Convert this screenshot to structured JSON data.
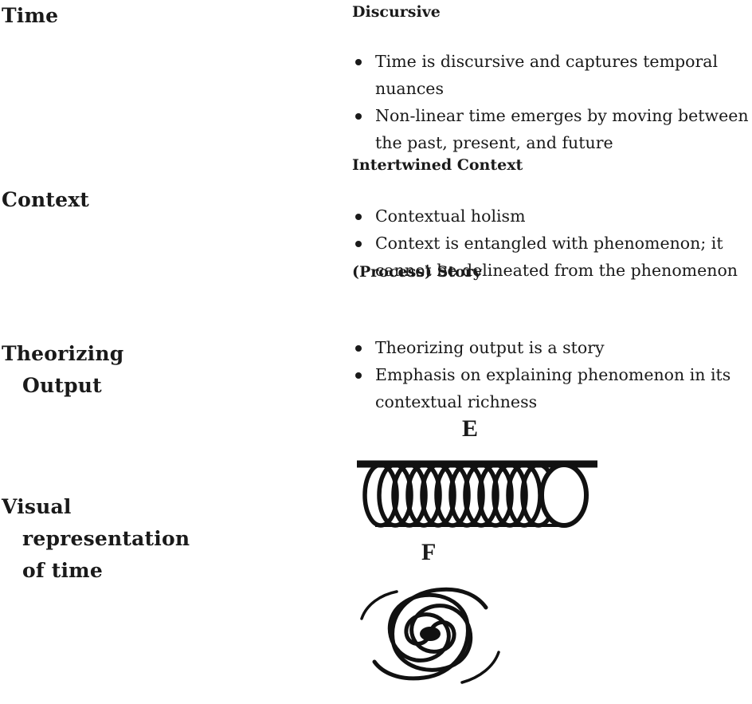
{
  "rows": {
    "time_label": "Time",
    "context_label": "Context",
    "theorizing_label": {
      "line1": "Theorizing",
      "line2": "Output"
    },
    "visual_label": {
      "line1": "Visual",
      "line2": "representation",
      "line3": "of time"
    }
  },
  "discursive": {
    "heading": "Discursive",
    "bullets": [
      "Time is discursive and captures temporal nuances",
      "Non-linear time emerges by moving between the past, present, and future"
    ]
  },
  "context": {
    "heading": "Intertwined Context",
    "bullets": [
      "Contextual holism",
      "Context is entangled with phenomenon; it cannot be delineated from the phenomenon"
    ]
  },
  "output": {
    "heading": "(Process) Story",
    "bullets": [
      "Theorizing output is a story",
      "Emphasis on explaining phenomenon in its contextual richness"
    ]
  },
  "figures": {
    "coil": {
      "label": "E",
      "icon": "coil-spring-icon"
    },
    "spiral": {
      "label": "F",
      "icon": "spiral-galaxy-icon"
    }
  }
}
